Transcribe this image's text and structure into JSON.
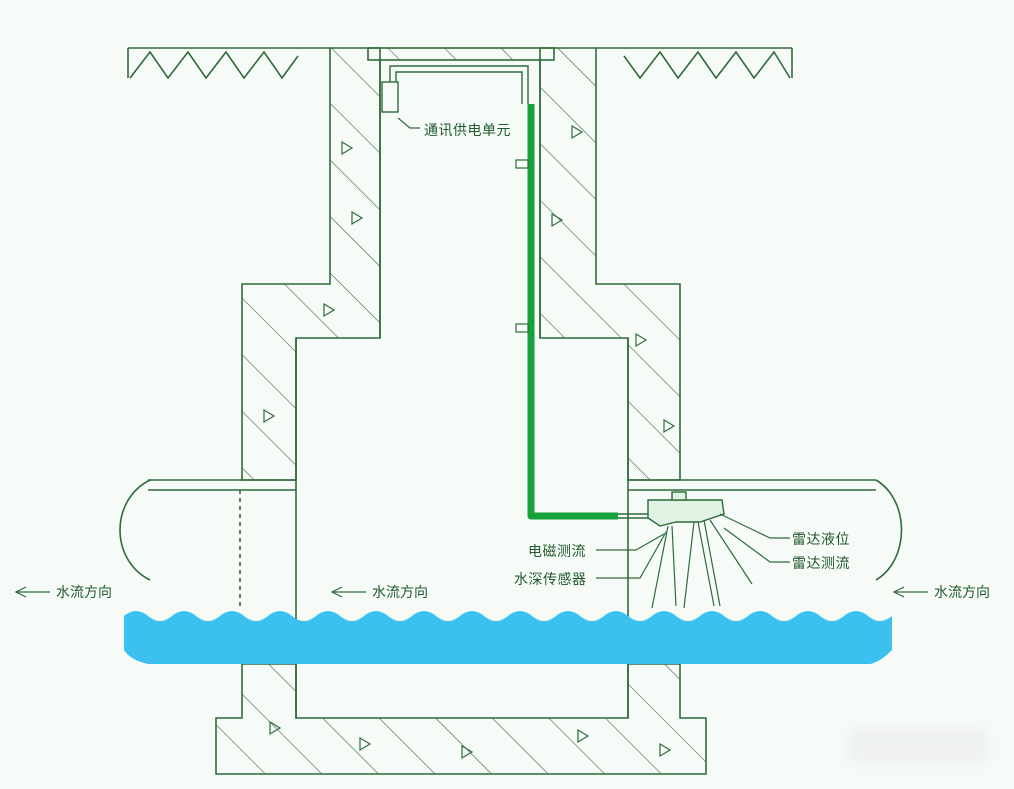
{
  "labels": {
    "comm_power": "通讯供电单元",
    "em_flow": "电磁测流",
    "water_depth": "水深传感器",
    "radar_level": "雷达液位",
    "radar_flow": "雷达测流"
  },
  "flow_direction": {
    "left": "水流方向",
    "middle": "水流方向",
    "right": "水流方向"
  },
  "colors": {
    "line": "#2f6b3a",
    "cable": "#16a23a",
    "water": "#3cc0ef",
    "background": "#f7fbf8"
  }
}
